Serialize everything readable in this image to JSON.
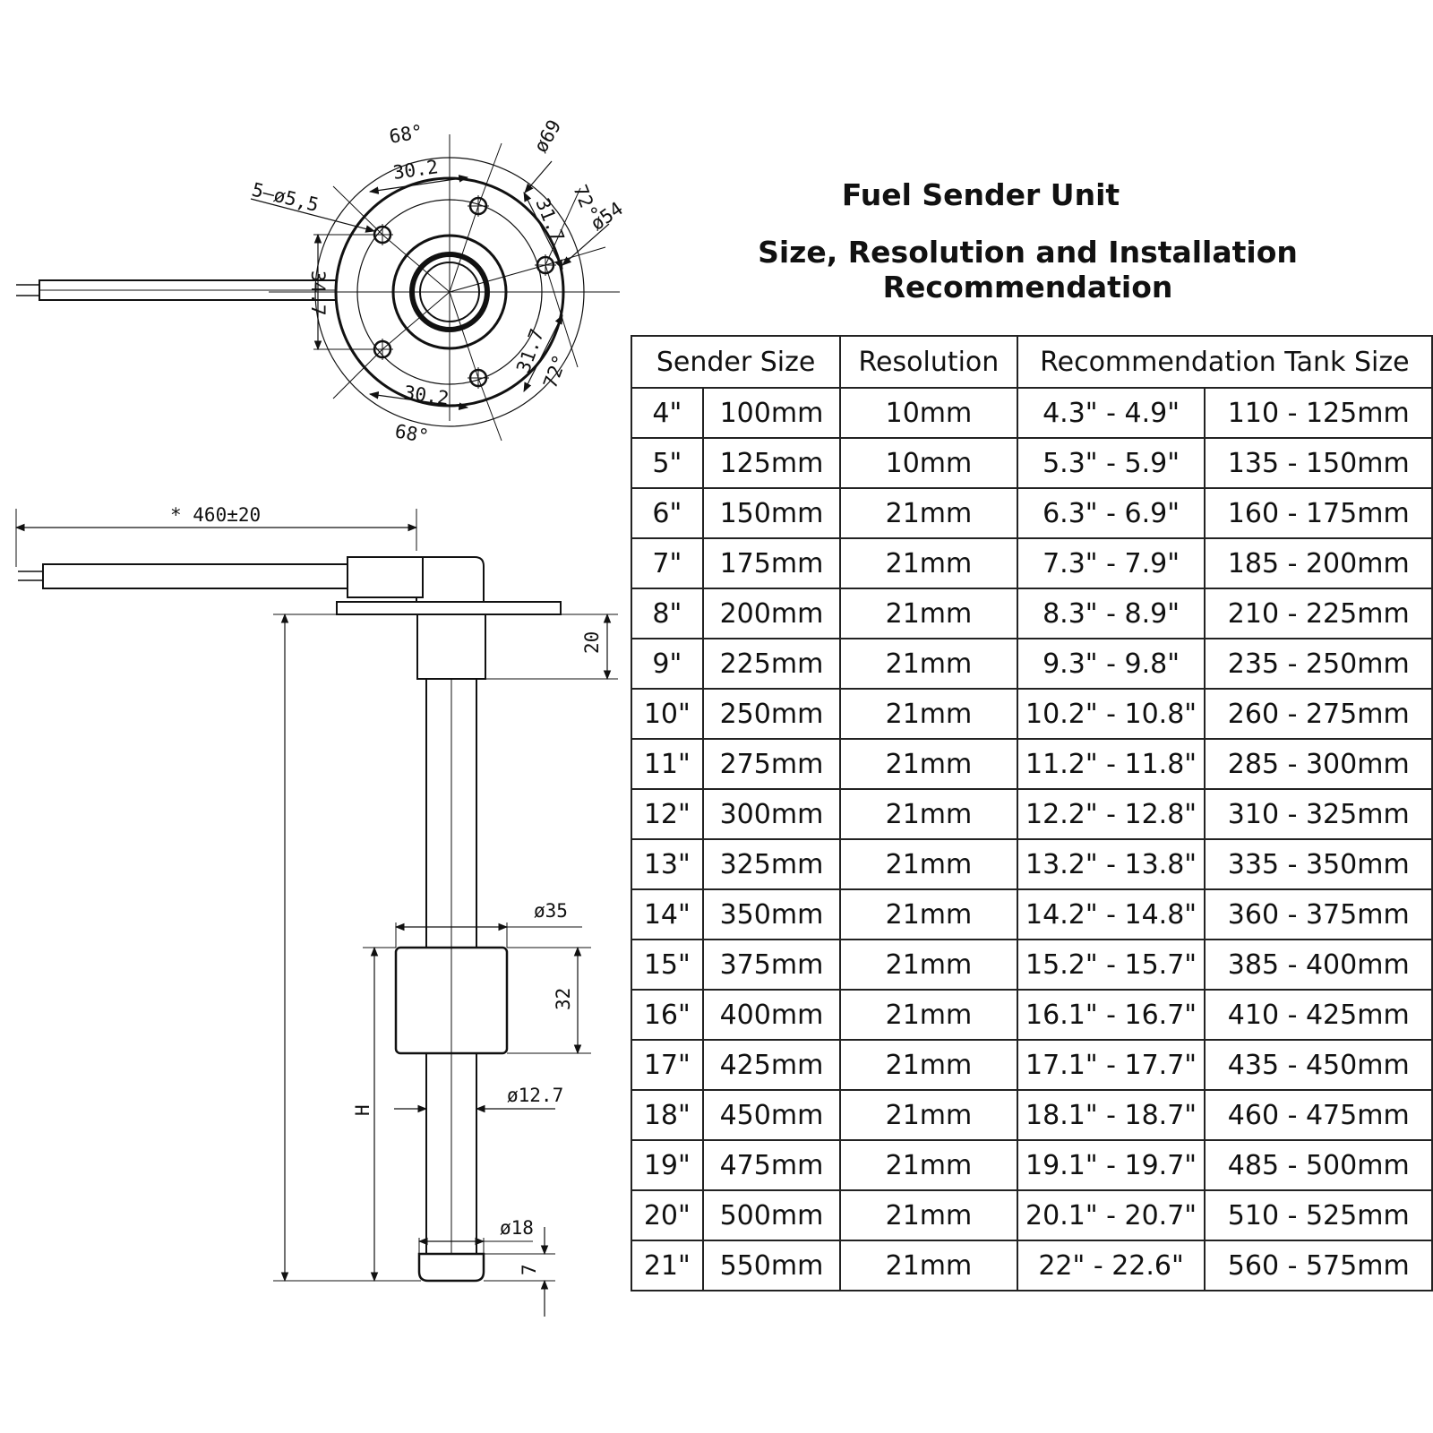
{
  "title": "Fuel Sender Unit",
  "subtitle": "Size, Resolution and Installation Recommendation",
  "table": {
    "headers": [
      "Sender Size",
      "Resolution",
      "Recommendation Tank Size"
    ],
    "rows": [
      [
        "4\"",
        "100mm",
        "10mm",
        "4.3\" - 4.9\"",
        "110 - 125mm"
      ],
      [
        "5\"",
        "125mm",
        "10mm",
        "5.3\" - 5.9\"",
        "135 - 150mm"
      ],
      [
        "6\"",
        "150mm",
        "21mm",
        "6.3\" - 6.9\"",
        "160 - 175mm"
      ],
      [
        "7\"",
        "175mm",
        "21mm",
        "7.3\" - 7.9\"",
        "185 - 200mm"
      ],
      [
        "8\"",
        "200mm",
        "21mm",
        "8.3\" - 8.9\"",
        "210 - 225mm"
      ],
      [
        "9\"",
        "225mm",
        "21mm",
        "9.3\" - 9.8\"",
        "235 - 250mm"
      ],
      [
        "10\"",
        "250mm",
        "21mm",
        "10.2\" - 10.8\"",
        "260 - 275mm"
      ],
      [
        "11\"",
        "275mm",
        "21mm",
        "11.2\" - 11.8\"",
        "285 - 300mm"
      ],
      [
        "12\"",
        "300mm",
        "21mm",
        "12.2\" - 12.8\"",
        "310 - 325mm"
      ],
      [
        "13\"",
        "325mm",
        "21mm",
        "13.2\" - 13.8\"",
        "335 - 350mm"
      ],
      [
        "14\"",
        "350mm",
        "21mm",
        "14.2\" - 14.8\"",
        "360 - 375mm"
      ],
      [
        "15\"",
        "375mm",
        "21mm",
        "15.2\" - 15.7\"",
        "385 - 400mm"
      ],
      [
        "16\"",
        "400mm",
        "21mm",
        "16.1\" - 16.7\"",
        "410 - 425mm"
      ],
      [
        "17\"",
        "425mm",
        "21mm",
        "17.1\" - 17.7\"",
        "435 - 450mm"
      ],
      [
        "18\"",
        "450mm",
        "21mm",
        "18.1\" - 18.7\"",
        "460 - 475mm"
      ],
      [
        "19\"",
        "475mm",
        "21mm",
        "19.1\" - 19.7\"",
        "485 - 500mm"
      ],
      [
        "20\"",
        "500mm",
        "21mm",
        "20.1\" - 20.7\"",
        "510 - 525mm"
      ],
      [
        "21\"",
        "550mm",
        "21mm",
        "22\" - 22.6\"",
        "560 - 575mm"
      ]
    ]
  },
  "flange": {
    "angle_top": "68°",
    "angle_bottom": "68°",
    "diameter_outer": "ø69",
    "diameter_bolt": "ø54",
    "chord_top": "30.2",
    "chord_bottom": "30.2",
    "holes": "5–ø5,5",
    "angle_right_top": "72°",
    "angle_right_bottom": "72°",
    "dist_right_top": "31.7",
    "dist_right_bottom": "31.7",
    "height_left": "34.7"
  },
  "side": {
    "cable_length": "* 460±20",
    "head_height": "20",
    "float_diameter": "ø35",
    "float_height": "32",
    "tube_diameter": "ø12.7",
    "foot_diameter": "ø18",
    "foot_height": "7",
    "length_label": "H"
  }
}
